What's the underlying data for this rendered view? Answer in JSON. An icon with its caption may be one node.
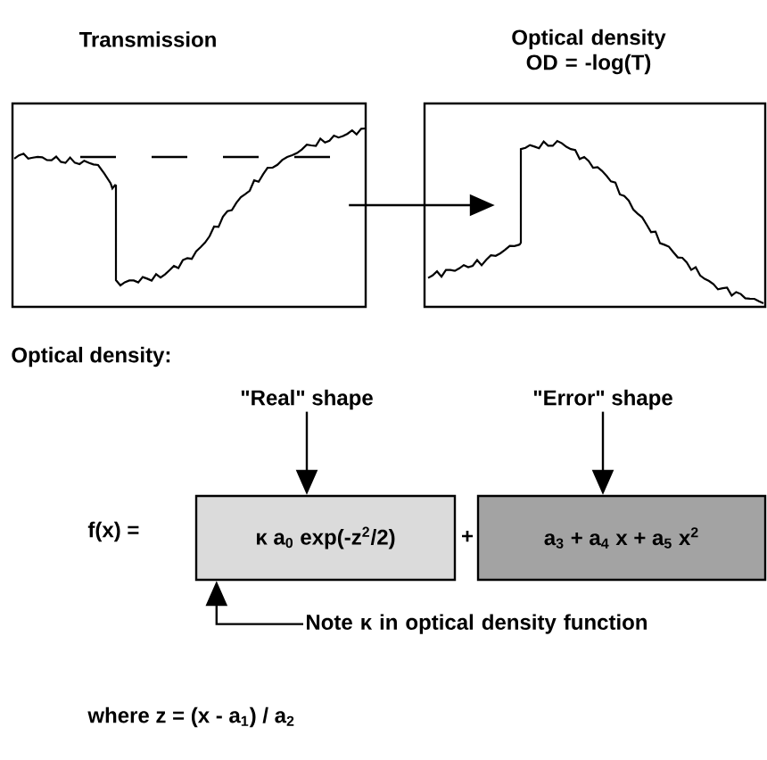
{
  "diagram": {
    "nodes": [
      {
        "text": [
          "Transmission"
        ]
      },
      {
        "text": [
          "Optical density OD = -log(T)"
        ]
      },
      {
        "text": [
          "\"Real\" shape"
        ]
      },
      {
        "text": [
          "\"Error\" shape"
        ]
      },
      {
        "text": [
          "κ a$_{0}$ exp(-z$^{2}$/2)"
        ]
      },
      {
        "text": [
          "a$_{3}$ + a$_{4}$ x + a$_{5}$ x$^{2}$"
        ]
      },
      {
        "text": [
          "Note κ in optical density function"
        ]
      }
    ],
    "edges": [
      {
        "from": 0,
        "to": 1,
        "arrow": "to"
      },
      {
        "from": 2,
        "to": 4,
        "arrow": "to"
      },
      {
        "from": 3,
        "to": 5,
        "arrow": "to"
      },
      {
        "from": 6,
        "to": 4,
        "arrow": "to"
      }
    ],
    "labels": [
      "Optical density:",
      "f(x) =",
      "+",
      "where z = (x - a$_{1}$) / a$_{2}$"
    ]
  }
}
